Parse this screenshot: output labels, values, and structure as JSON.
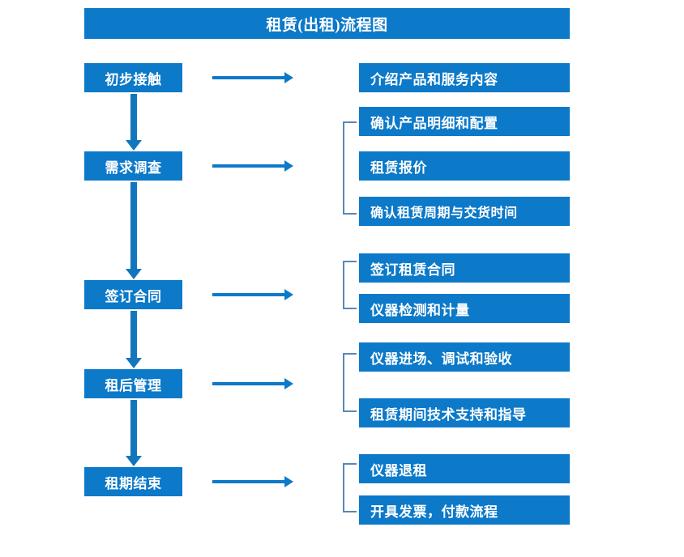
{
  "diagram": {
    "title": "租赁(出租)流程图",
    "type": "flowchart",
    "colors": {
      "box_fill": "#0c79c9",
      "box_text": "#ffffff",
      "arrow": "#0c79c9",
      "vertical_arrow": "#1276bd",
      "bracket": "#5b87b5",
      "background": "#ffffff"
    },
    "stages": [
      {
        "label": "初步接触"
      },
      {
        "label": "需求调查"
      },
      {
        "label": "签订合同"
      },
      {
        "label": "租后管理"
      },
      {
        "label": "租期结束"
      }
    ],
    "detail_groups": [
      {
        "bracketed": false,
        "items": [
          {
            "label": "介绍产品和服务内容"
          }
        ]
      },
      {
        "bracketed": true,
        "items": [
          {
            "label": "确认产品明细和配置"
          },
          {
            "label": "租赁报价"
          },
          {
            "label": "确认租赁周期与交货时间"
          }
        ]
      },
      {
        "bracketed": true,
        "items": [
          {
            "label": "签订租赁合同"
          },
          {
            "label": "仪器检测和计量"
          }
        ]
      },
      {
        "bracketed": true,
        "items": [
          {
            "label": "仪器进场、调试和验收"
          },
          {
            "label": "租赁期间技术支持和指导"
          }
        ]
      },
      {
        "bracketed": true,
        "items": [
          {
            "label": "仪器退租"
          },
          {
            "label": "开具发票，付款流程"
          }
        ]
      }
    ]
  }
}
